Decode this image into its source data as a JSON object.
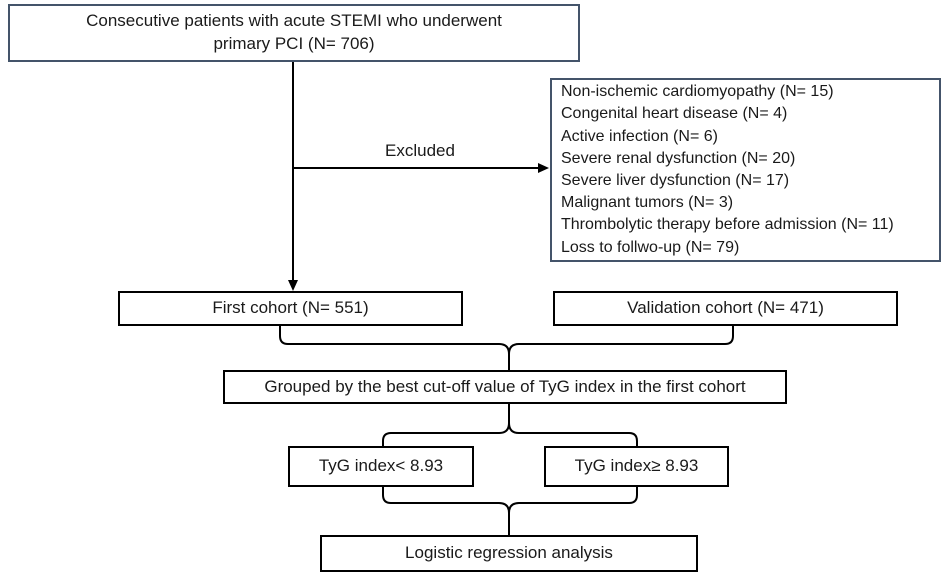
{
  "diagram": {
    "title_box": {
      "text": "Consecutive patients with acute STEMI who underwent primary PCI (N= 706)"
    },
    "excluded_label": "Excluded",
    "exclusion_box": {
      "items": [
        "Non-ischemic cardiomyopathy (N= 15)",
        "Congenital heart disease (N= 4)",
        "Active infection (N= 6)",
        "Severe renal dysfunction (N= 20)",
        "Severe liver dysfunction (N= 17)",
        "Malignant tumors (N= 3)",
        "Thrombolytic therapy before admission (N= 11)",
        "Loss to follwo-up (N= 79)"
      ]
    },
    "first_cohort": {
      "text": "First cohort (N= 551)"
    },
    "validation_cohort": {
      "text": "Validation cohort (N= 471)"
    },
    "grouped_box": {
      "text": "Grouped by the best cut-off value of TyG index in the first cohort"
    },
    "tyg_low": {
      "text": "TyG index< 8.93"
    },
    "tyg_high": {
      "text": "TyG index≥ 8.93"
    },
    "logistic_box": {
      "text": "Logistic regression analysis"
    },
    "colors": {
      "accent_border": "#44546a",
      "black_border": "#000000",
      "line": "#000000",
      "text": "#1a1a1a",
      "background": "#ffffff"
    }
  }
}
